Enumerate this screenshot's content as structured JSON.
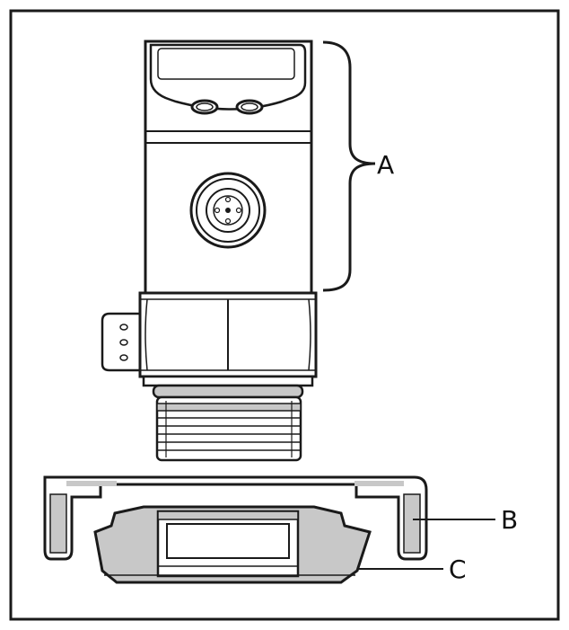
{
  "diagram": {
    "labels": {
      "a": "A",
      "b": "B",
      "c": "C"
    },
    "colors": {
      "stroke": "#1a1a1a",
      "shade": "#c8c8c8",
      "background": "#ffffff"
    }
  }
}
